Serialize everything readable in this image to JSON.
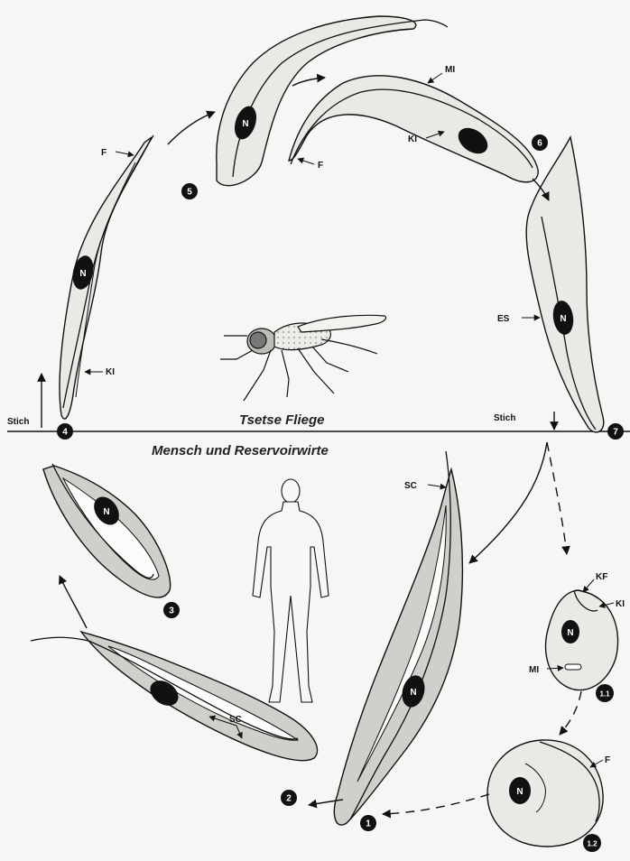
{
  "titles": {
    "vector": "Tsetse Fliege",
    "host": "Mensch und Reservoirwirte"
  },
  "labels": {
    "stich_left": "Stich",
    "stich_right": "Stich",
    "f_stage4": "F",
    "ki_stage4": "KI",
    "f_stage6": "F",
    "mi_stage6": "MI",
    "ki_stage6": "KI",
    "es_stage7": "ES",
    "sc_stage1": "SC",
    "sc_stage2": "SC",
    "kf_stage11": "KF",
    "ki_stage11": "KI",
    "mi_stage11": "MI",
    "f_stage12": "F"
  },
  "nucleus": "N",
  "stages": {
    "s1": "1",
    "s2": "2",
    "s3": "3",
    "s4": "4",
    "s5": "5",
    "s6": "6",
    "s7": "7",
    "s11": "1.1",
    "s12": "1.2"
  }
}
